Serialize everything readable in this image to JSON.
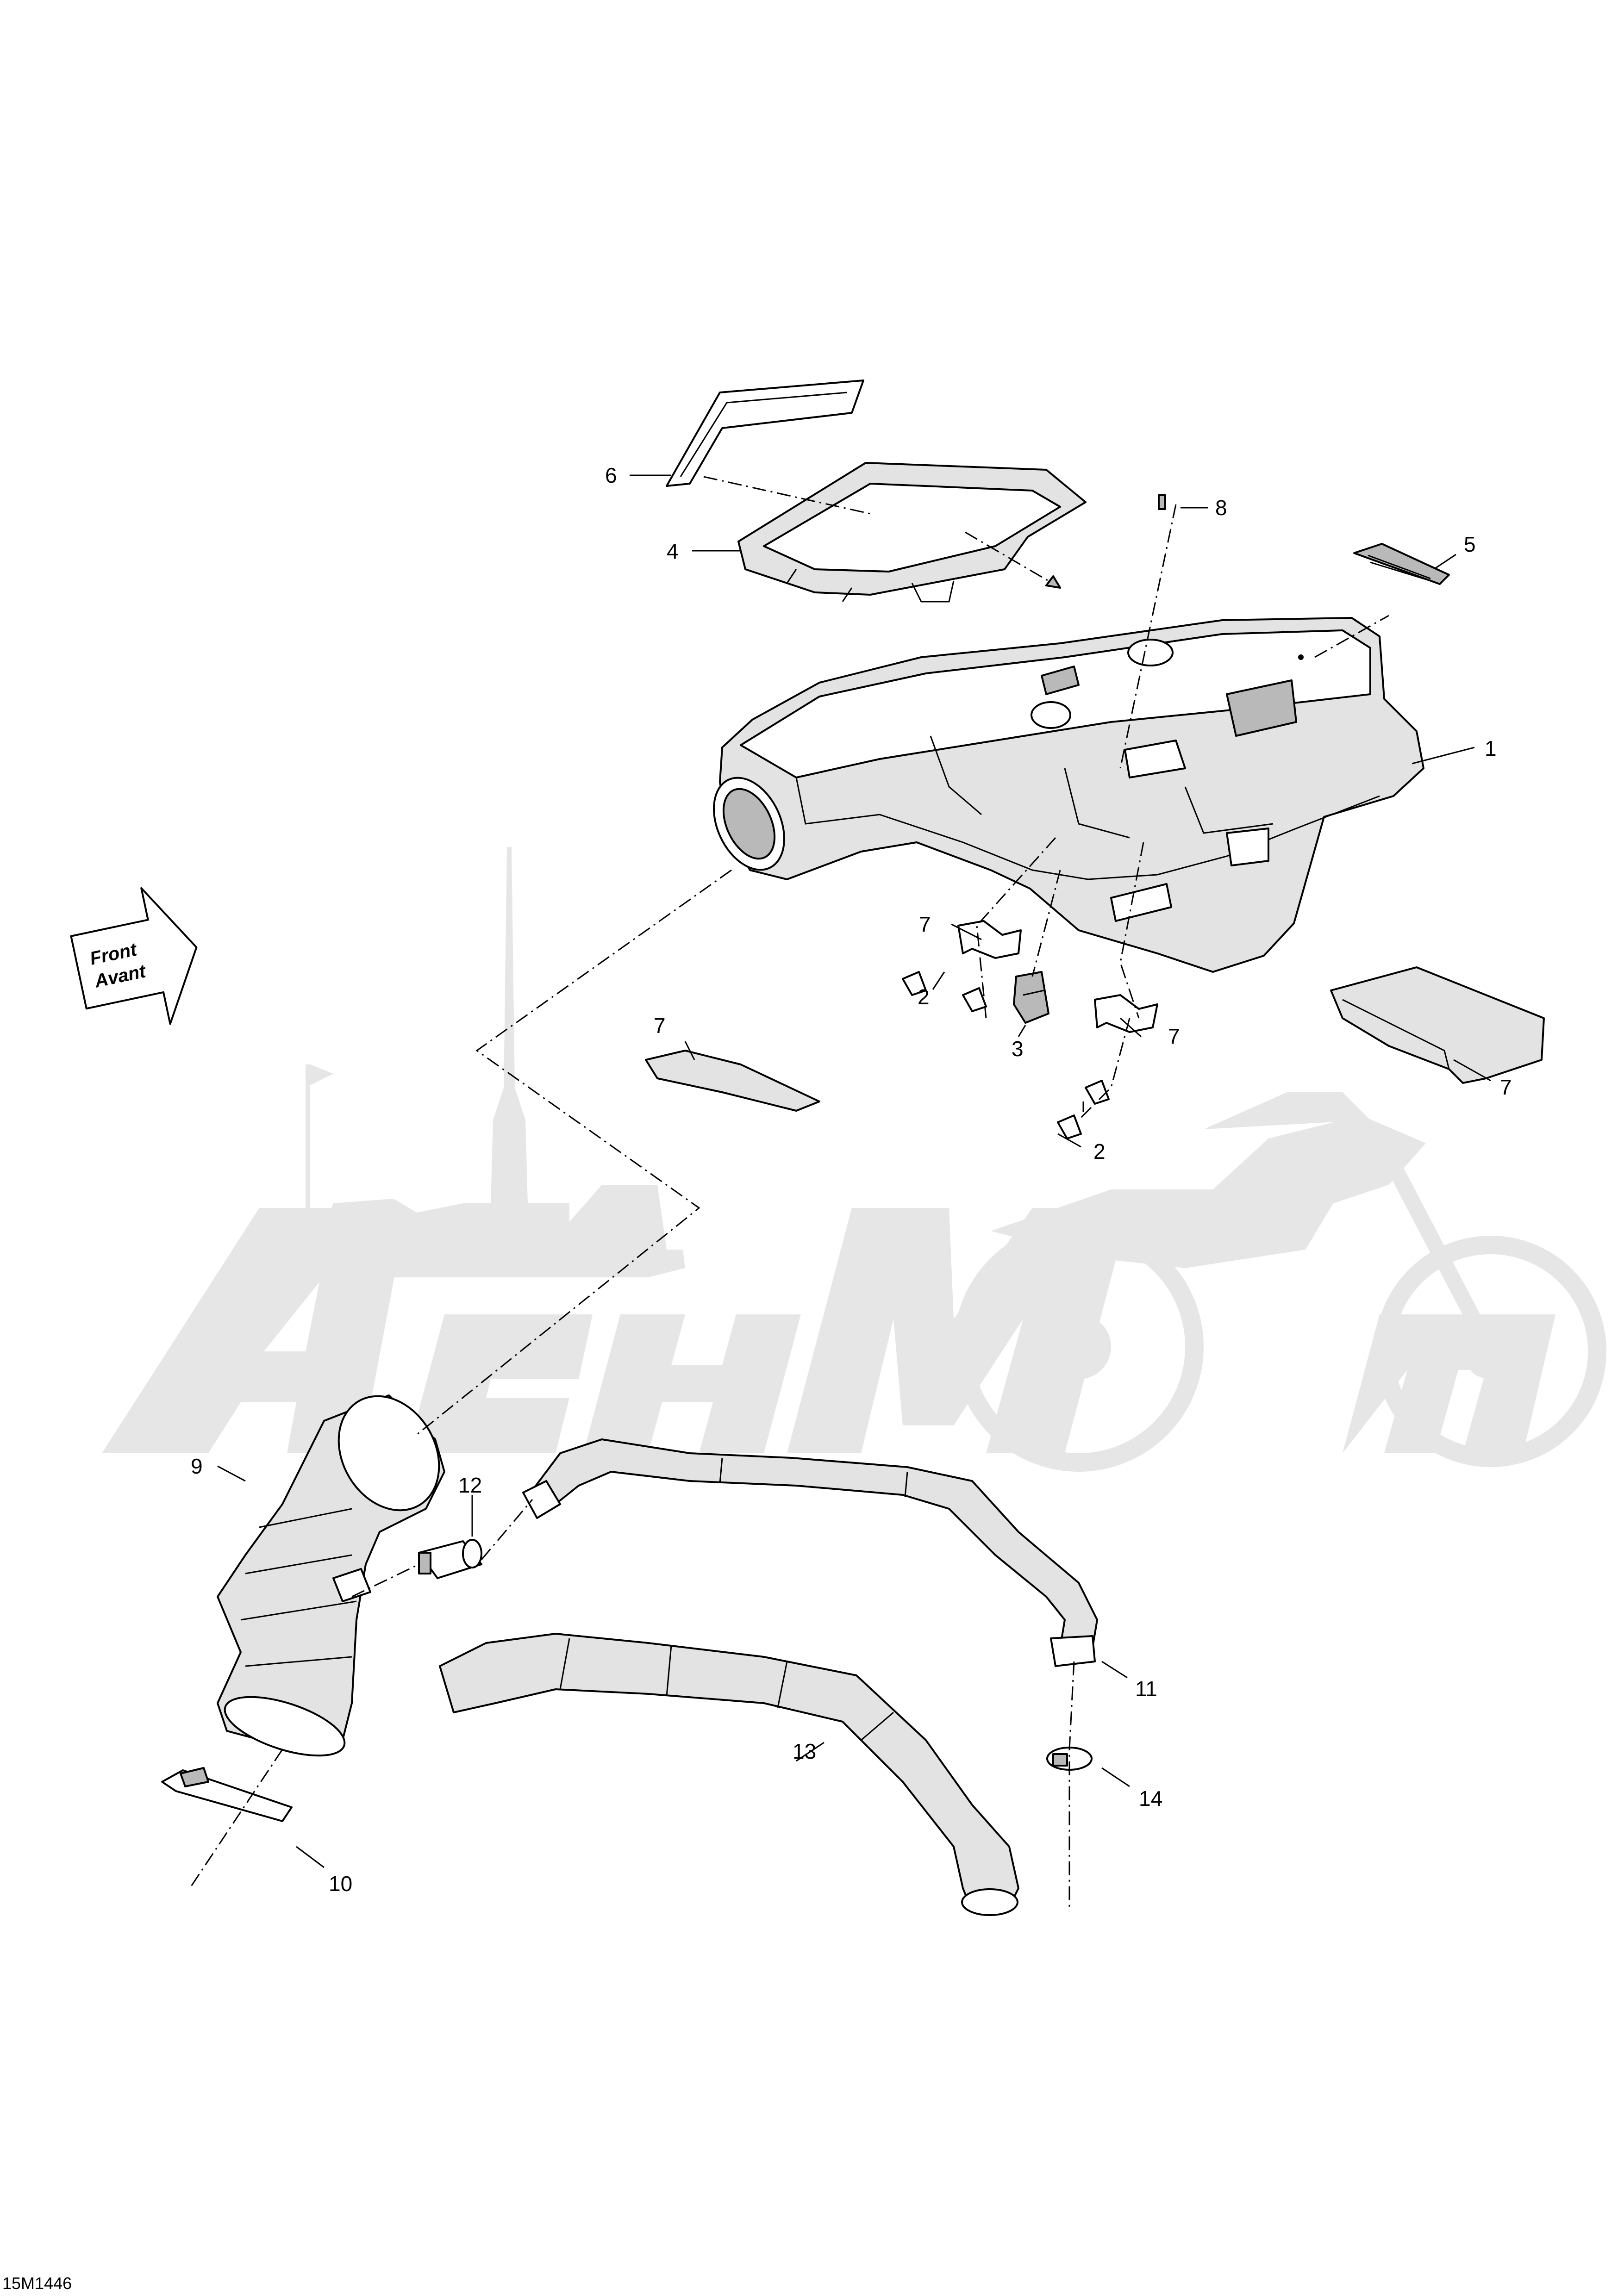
{
  "diagram": {
    "drawing_code": "15M1446",
    "direction_indicator": {
      "line1": "Front",
      "line2": "Avant"
    },
    "callouts": [
      {
        "id": "c1",
        "label": "1"
      },
      {
        "id": "c2a",
        "label": "2"
      },
      {
        "id": "c2b",
        "label": "2"
      },
      {
        "id": "c3",
        "label": "3"
      },
      {
        "id": "c4",
        "label": "4"
      },
      {
        "id": "c5",
        "label": "5"
      },
      {
        "id": "c6",
        "label": "6"
      },
      {
        "id": "c7a",
        "label": "7"
      },
      {
        "id": "c7b",
        "label": "7"
      },
      {
        "id": "c7c",
        "label": "7"
      },
      {
        "id": "c7d",
        "label": "7"
      },
      {
        "id": "c8",
        "label": "8"
      },
      {
        "id": "c9",
        "label": "9"
      },
      {
        "id": "c10",
        "label": "10"
      },
      {
        "id": "c11",
        "label": "11"
      },
      {
        "id": "c12",
        "label": "12"
      },
      {
        "id": "c13",
        "label": "13"
      },
      {
        "id": "c14",
        "label": "14"
      }
    ]
  },
  "colors": {
    "line": "#000000",
    "background": "#ffffff",
    "watermark": "#e6e6e6"
  }
}
